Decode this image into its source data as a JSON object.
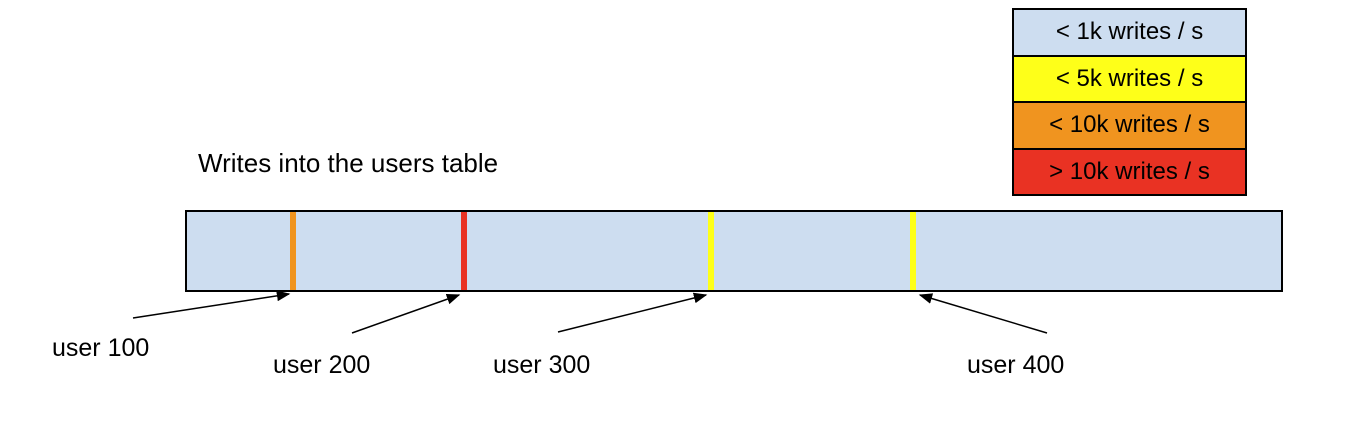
{
  "title": "Writes into the users table",
  "legend": {
    "items": [
      {
        "label": "< 1k writes / s",
        "color": "#cdddf0"
      },
      {
        "label": "< 5k writes / s",
        "color": "#feff19"
      },
      {
        "label": "< 10k writes / s",
        "color": "#f0941f"
      },
      {
        "label": "> 10k writes / s",
        "color": "#e93223"
      }
    ]
  },
  "table_bar": {
    "fill": "#cdddf0",
    "border_color": "#000000",
    "stripes": [
      {
        "user": "user 100",
        "color": "#f0941f",
        "category": "< 10k writes / s"
      },
      {
        "user": "user 200",
        "color": "#e93223",
        "category": "> 10k writes / s"
      },
      {
        "user": "user 300",
        "color": "#feff19",
        "category": "< 5k writes / s"
      },
      {
        "user": "user 400",
        "color": "#feff19",
        "category": "< 5k writes / s"
      }
    ]
  }
}
